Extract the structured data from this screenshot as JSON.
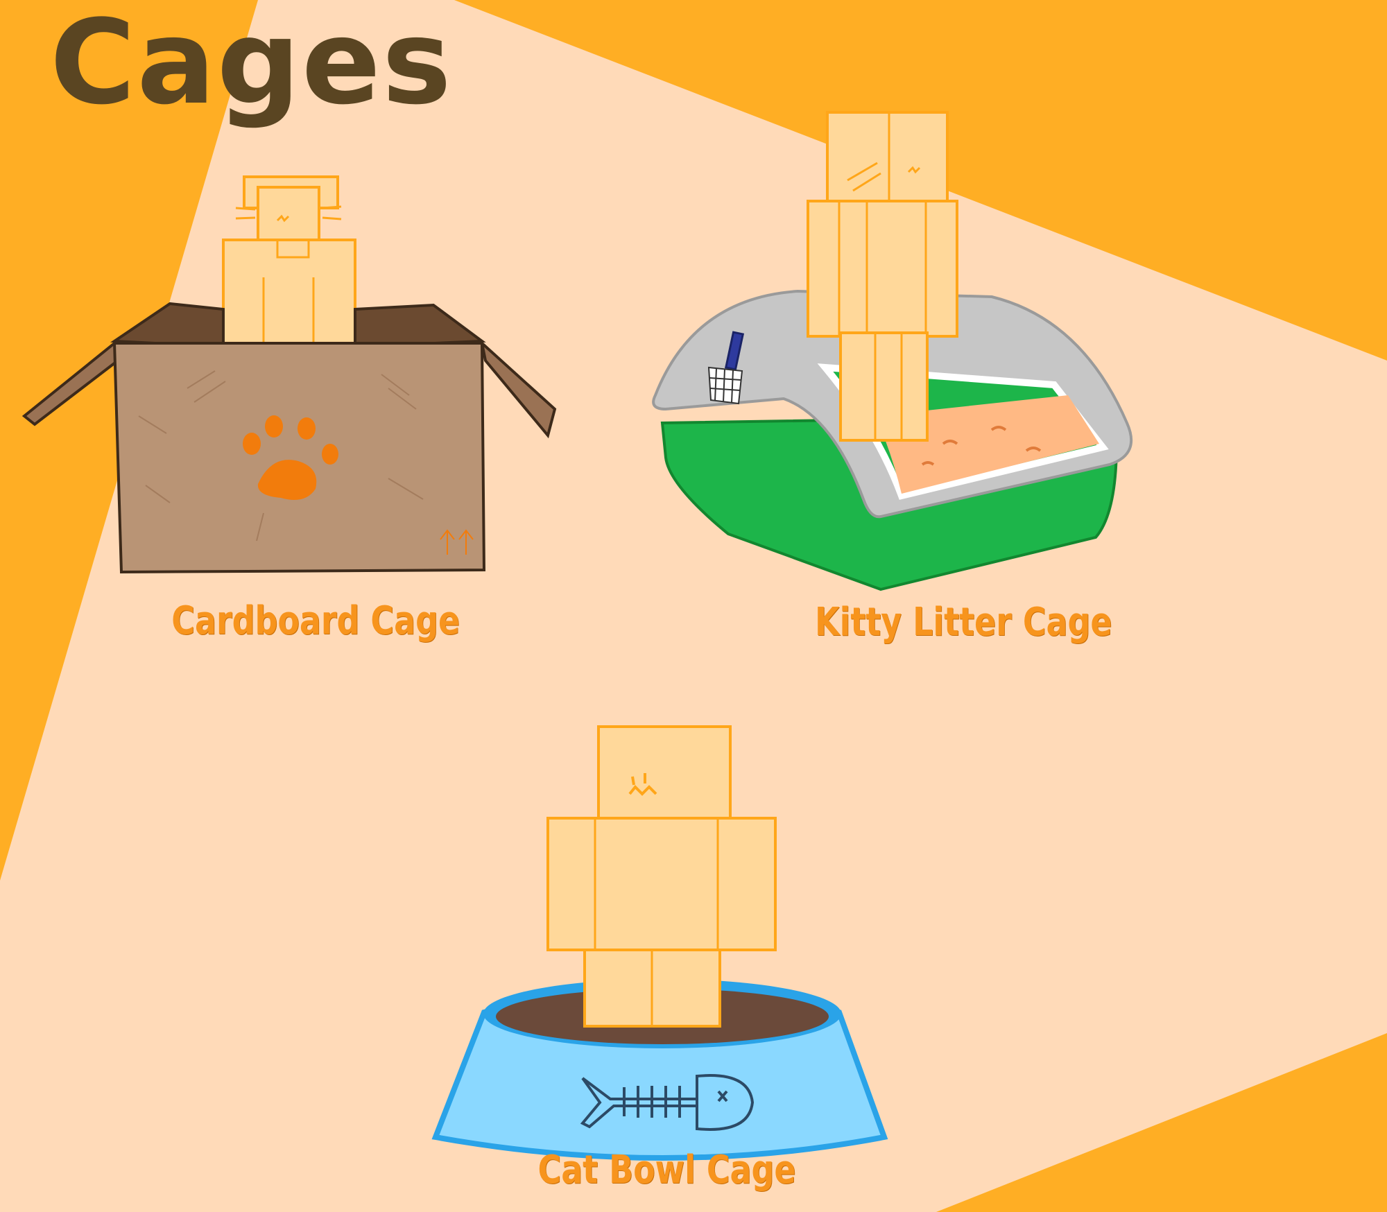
{
  "title": "Cages",
  "cages": [
    {
      "label": "Cardboard Cage"
    },
    {
      "label": "Kitty Litter Cage"
    },
    {
      "label": "Cat Bowl Cage"
    }
  ],
  "colors": {
    "background_orange": "#FFAE24",
    "background_beam": "#FFDAB8",
    "title": "#5A4522",
    "caption": "#F7941D",
    "cat_body": "#FFD89A",
    "cat_outline": "#FFA619",
    "box": "#B99475",
    "litter_green": "#1DB54A",
    "bowl_blue": "#8AD8FF"
  }
}
